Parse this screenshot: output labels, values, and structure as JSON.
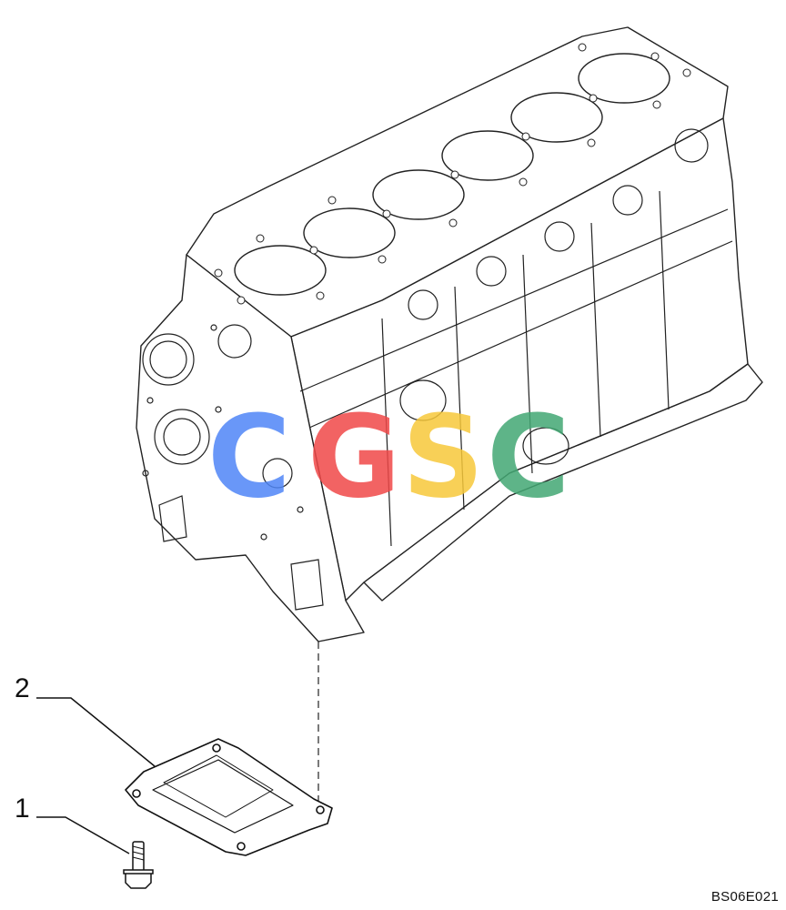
{
  "diagram": {
    "callouts": [
      {
        "id": "1",
        "label": "1",
        "part": "bolt"
      },
      {
        "id": "2",
        "label": "2",
        "part": "cover-plate"
      }
    ],
    "reference_code": "BS06E021",
    "watermark": {
      "letters": [
        "C",
        "G",
        "S",
        "C"
      ],
      "colors": [
        "#4f86f7",
        "#f04848",
        "#f7c83a",
        "#43a874"
      ]
    }
  }
}
